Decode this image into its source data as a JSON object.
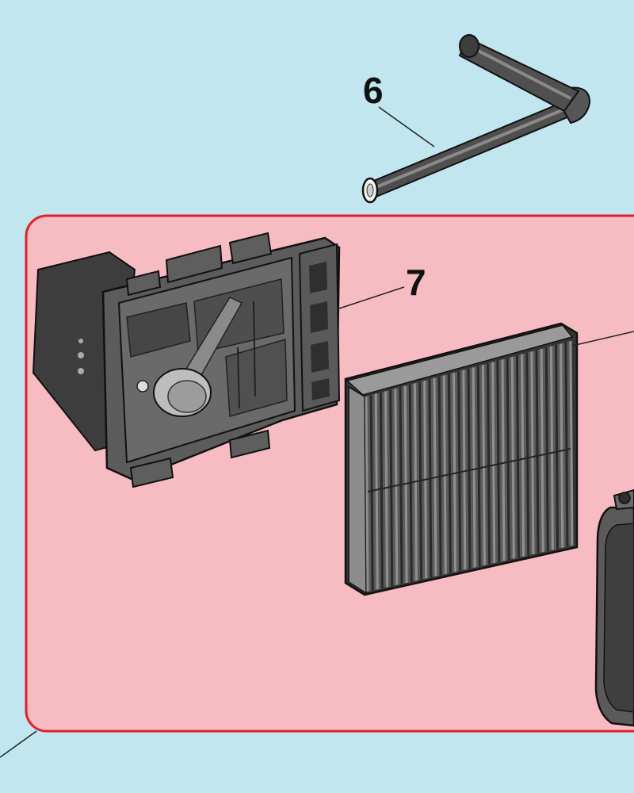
{
  "diagram": {
    "callouts": [
      {
        "id": "part-6",
        "label": "6",
        "part": "breather-tube"
      },
      {
        "id": "part-7",
        "label": "7",
        "part": "air-filter-base"
      }
    ],
    "highlight_group": {
      "fill": "#f6bcc1",
      "stroke": "#e0202a",
      "parts": [
        "air-filter-base",
        "air-filter-element",
        "air-filter-cover"
      ]
    },
    "colors": {
      "background": "#c1e6f0",
      "part_dark": "#4a4a4a",
      "part_mid": "#707070",
      "part_light": "#a8a8a8",
      "outline": "#1a1a1a"
    }
  }
}
